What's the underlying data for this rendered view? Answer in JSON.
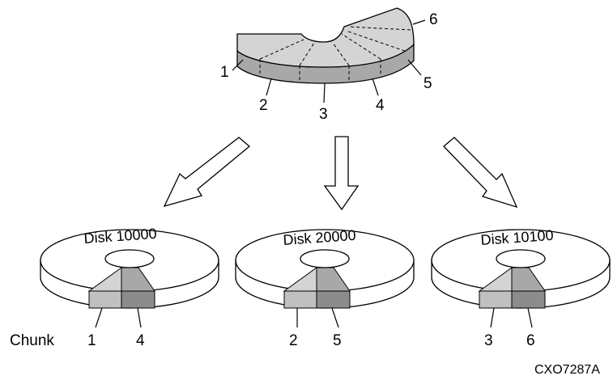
{
  "segment_labels": [
    "1",
    "2",
    "3",
    "4",
    "5",
    "6"
  ],
  "disks": [
    {
      "name": "Disk 10000",
      "chunks": [
        "1",
        "4"
      ]
    },
    {
      "name": "Disk 20000",
      "chunks": [
        "2",
        "5"
      ]
    },
    {
      "name": "Disk 10100",
      "chunks": [
        "3",
        "6"
      ]
    }
  ],
  "chunk_label": "Chunk",
  "figure_code": "CXO7287A",
  "colors": {
    "light_gray": "#d4d4d4",
    "mid_gray": "#a8a8a8",
    "dark_gray": "#8c8c8c",
    "stroke": "#000000"
  }
}
